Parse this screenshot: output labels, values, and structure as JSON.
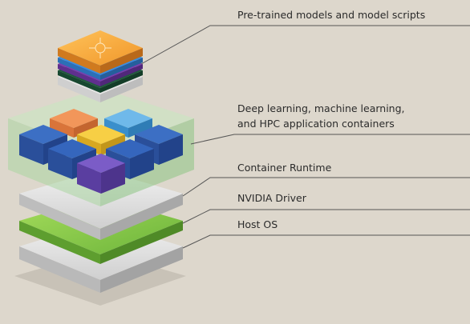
{
  "layers": [
    {
      "id": "models",
      "label": "Pre-trained models and model scripts"
    },
    {
      "id": "containers",
      "label_line1": "Deep learning, machine learning,",
      "label_line2": "and HPC application containers"
    },
    {
      "id": "runtime",
      "label": "Container Runtime"
    },
    {
      "id": "driver",
      "label": "NVIDIA Driver"
    },
    {
      "id": "host",
      "label": "Host OS"
    }
  ],
  "colors": {
    "background": "#ddd7cc",
    "driver_layer": "#7ac143",
    "model_top": "#f3a73b",
    "container_box": "#b9dbb0",
    "accent_blue": "#2c55a8",
    "accent_purple": "#5a3ea0",
    "accent_orange": "#ef8a3c",
    "accent_yellow": "#f2c12e",
    "accent_skyblue": "#4aa3df"
  }
}
